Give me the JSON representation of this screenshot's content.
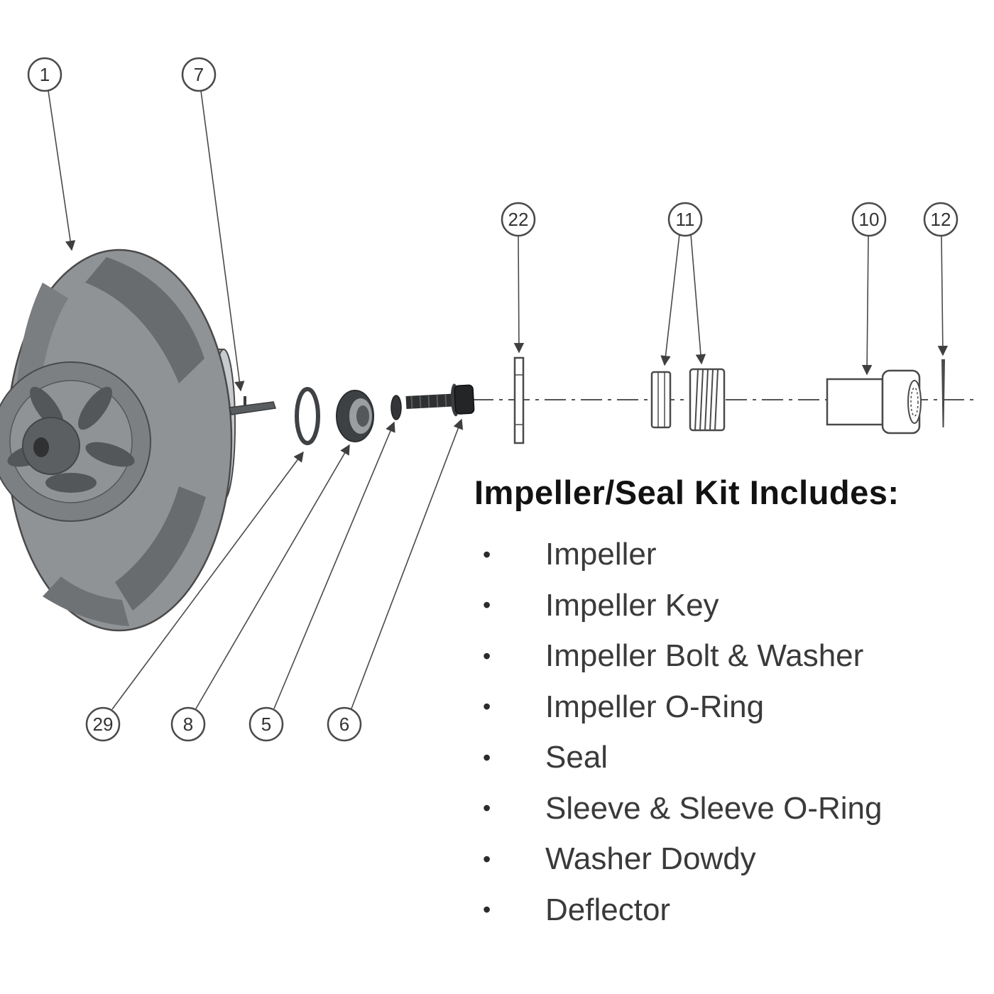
{
  "kit": {
    "heading": "Impeller/Seal Kit Includes:",
    "bullet": "•",
    "items": [
      "Impeller",
      "Impeller Key",
      "Impeller Bolt & Washer",
      "Impeller O-Ring",
      "Seal",
      "Sleeve & Sleeve O-Ring",
      "Washer Dowdy",
      "Deflector"
    ]
  },
  "callouts": {
    "impeller": "1",
    "impeller_key": "7",
    "impeller_o_ring": "29",
    "seal": "8",
    "washer": "5",
    "bolt": "6",
    "deflector": "22",
    "sleeve_and_o_ring": "11",
    "sleeve": "10",
    "washer_dowdy": "12"
  },
  "colors": {
    "outline": "#4a4a4a",
    "part_grey": "#8f9396",
    "text": "#3a3a3a"
  }
}
